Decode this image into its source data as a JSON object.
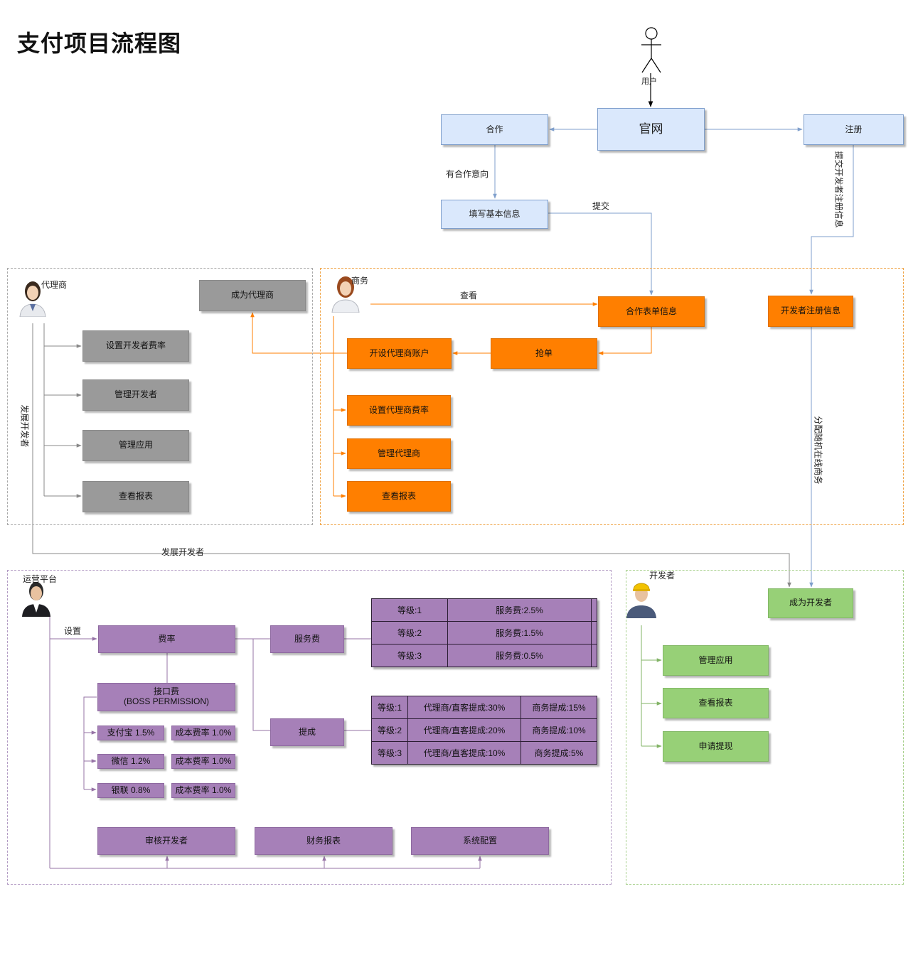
{
  "title": "支付项目流程图",
  "user_label": "用户",
  "top": {
    "official_site": "官网",
    "cooperate": "合作",
    "register": "注册",
    "fill_basic_info": "填写基本信息",
    "cooperate_intent": "有合作意向",
    "submit": "提交",
    "submit_dev_info": "提交开发者注册信息"
  },
  "agent": {
    "role": "代理商",
    "become_agent": "成为代理商",
    "items": [
      "设置开发者费率",
      "管理开发者",
      "管理应用",
      "查看报表"
    ],
    "develop_devs_vertical": "发展开发者",
    "develop_devs": "发展开发者"
  },
  "business": {
    "role": "商务",
    "view": "查看",
    "coop_form": "合作表单信息",
    "grab_order": "抢单",
    "open_agent_account": "开设代理商账户",
    "items": [
      "设置代理商费率",
      "管理代理商",
      "查看报表"
    ],
    "dev_reg_info": "开发者注册信息",
    "assign_random": "分配随机在线商务"
  },
  "ops": {
    "role": "运营平台",
    "setup": "设置",
    "rate": "费率",
    "service_fee": "服务费",
    "commission": "提成",
    "interface_fee_line1": "接口费",
    "interface_fee_line2": "(BOSS PERMISSION)",
    "channels": [
      {
        "name": "支付宝  1.5%",
        "cost": "成本费率 1.0%"
      },
      {
        "name": "微信  1.2%",
        "cost": "成本费率 1.0%"
      },
      {
        "name": "银联  0.8%",
        "cost": "成本费率 1.0%"
      }
    ],
    "service_table": [
      [
        "等级:1",
        "服务费:2.5%"
      ],
      [
        "等级:2",
        "服务费:1.5%"
      ],
      [
        "等级:3",
        "服务费:0.5%"
      ]
    ],
    "commission_table": [
      [
        "等级:1",
        "代理商/直客提成:30%",
        "商务提成:15%"
      ],
      [
        "等级:2",
        "代理商/直客提成:20%",
        "商务提成:10%"
      ],
      [
        "等级:3",
        "代理商/直客提成:10%",
        "商务提成:5%"
      ]
    ],
    "bottom": [
      "审核开发者",
      "财务报表",
      "系统配置"
    ]
  },
  "developer": {
    "role": "开发者",
    "become_dev": "成为开发者",
    "items": [
      "管理应用",
      "查看报表",
      "申请提现"
    ]
  },
  "colors": {
    "blue": "#dae8fc",
    "gray": "#9a9a9a",
    "orange": "#ff7f00",
    "purple": "#a680b8",
    "green": "#97d077"
  }
}
